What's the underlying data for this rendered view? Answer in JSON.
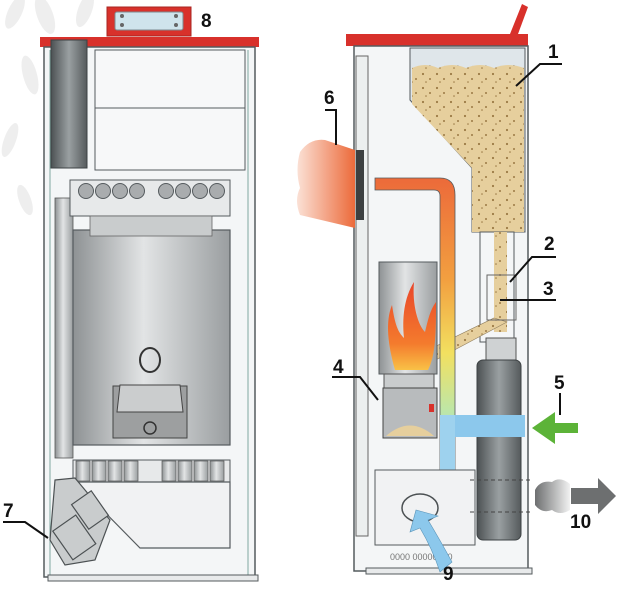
{
  "title": "Pellet stove cross-section diagram",
  "views": {
    "front": {
      "label": "front-view"
    },
    "side": {
      "label": "side-section-view"
    }
  },
  "callouts": [
    {
      "id": "1",
      "text": "1",
      "part": "pellet-hopper"
    },
    {
      "id": "2",
      "text": "2",
      "part": "auger-housing"
    },
    {
      "id": "3",
      "text": "3",
      "part": "feed-auger"
    },
    {
      "id": "4",
      "text": "4",
      "part": "burn-pot"
    },
    {
      "id": "5",
      "text": "5",
      "part": "combustion-air-inlet"
    },
    {
      "id": "6",
      "text": "6",
      "part": "radiant-heat-output"
    },
    {
      "id": "7",
      "text": "7",
      "part": "exhaust-fan"
    },
    {
      "id": "8",
      "text": "8",
      "part": "control-panel"
    },
    {
      "id": "9",
      "text": "9",
      "part": "room-air-intake"
    },
    {
      "id": "10",
      "text": "10",
      "part": "flue-gas-exhaust"
    }
  ],
  "colors": {
    "red_trim": "#d8312b",
    "pellets": "#e6cf9d",
    "flame": "#f0642a",
    "heat": "#ec6a3a",
    "cool_air": "#8cc8ec",
    "green_arrow": "#5cb338",
    "exhaust": "#707070",
    "steel": "#a9acae",
    "outline": "#555b5e",
    "panel": "#eef0f1"
  }
}
